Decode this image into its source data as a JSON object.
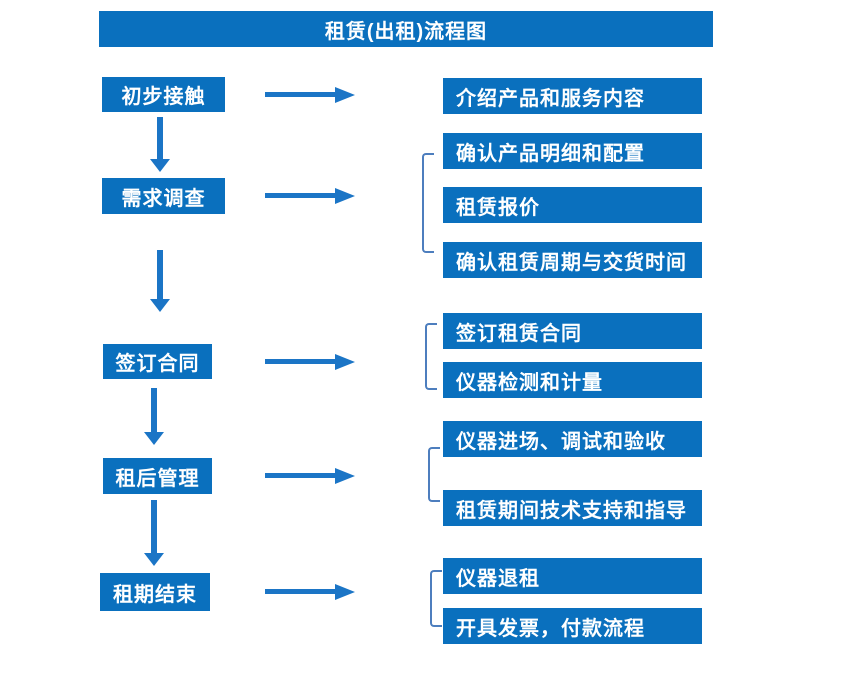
{
  "title": "租赁(出租)流程图",
  "colors": {
    "box_blue": "#0a70be",
    "arrow_blue": "#1b75c6",
    "bracket_blue": "#4d7ebe",
    "text_white": "#ffffff"
  },
  "flow": {
    "rows": [
      {
        "stage": "初步接触",
        "items": [
          "介绍产品和服务内容"
        ]
      },
      {
        "stage": "需求调查",
        "items": [
          "确认产品明细和配置",
          "租赁报价",
          "确认租赁周期与交货时间"
        ]
      },
      {
        "stage": "签订合同",
        "items": [
          "签订租赁合同",
          "仪器检测和计量"
        ]
      },
      {
        "stage": "租后管理",
        "items": [
          "仪器进场、调试和验收",
          "租赁期间技术支持和指导"
        ]
      },
      {
        "stage": "租期结束",
        "items": [
          "仪器退租",
          "开具发票，付款流程"
        ]
      }
    ]
  }
}
